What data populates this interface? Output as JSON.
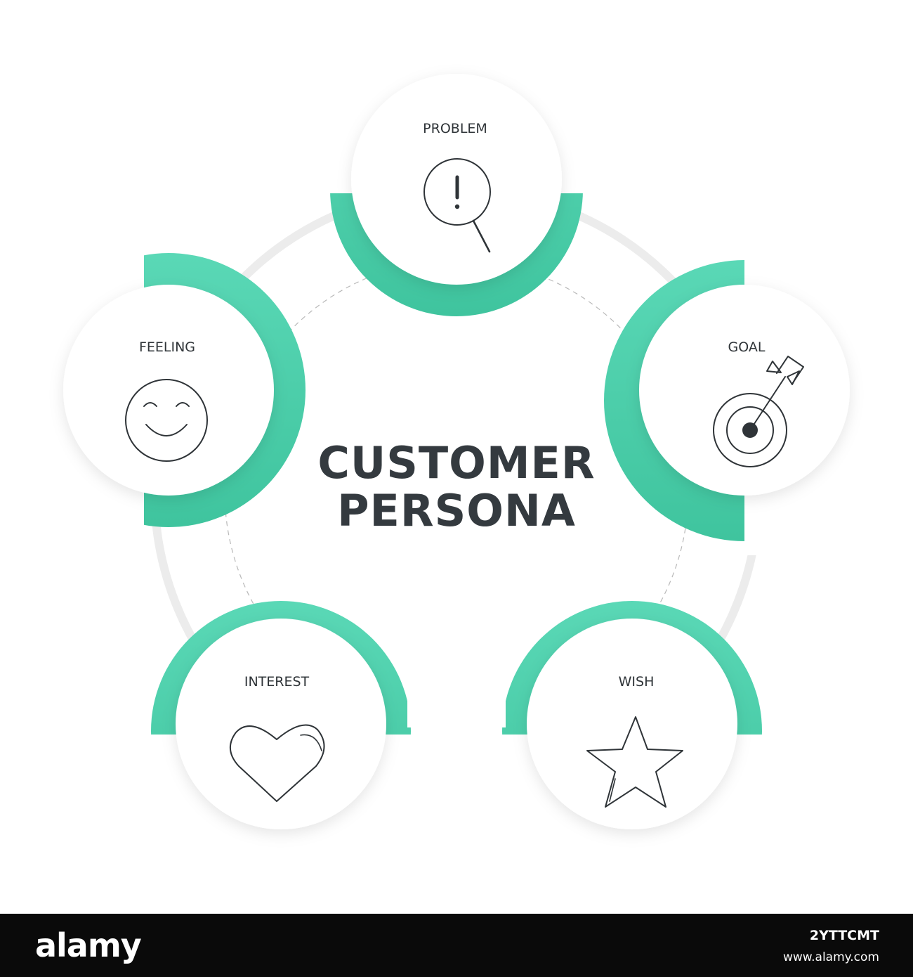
{
  "center": {
    "line1": "CUSTOMER",
    "line2": "PERSONA"
  },
  "nodes": [
    {
      "id": "problem",
      "label": "PROBLEM",
      "icon": "alert-search-icon"
    },
    {
      "id": "goal",
      "label": "GOAL",
      "icon": "target-arrow-icon"
    },
    {
      "id": "wish",
      "label": "WISH",
      "icon": "star-icon"
    },
    {
      "id": "interest",
      "label": "INTEREST",
      "icon": "heart-icon"
    },
    {
      "id": "feeling",
      "label": "FEELING",
      "icon": "smile-icon"
    }
  ],
  "colors": {
    "accent": "#4fd1ad",
    "ring": "#e9e9e9",
    "text": "#343a3f",
    "footer": "#0a0a0a"
  },
  "footer": {
    "logo": "alamy",
    "image_id": "2YTTCMT",
    "url": "www.alamy.com"
  }
}
